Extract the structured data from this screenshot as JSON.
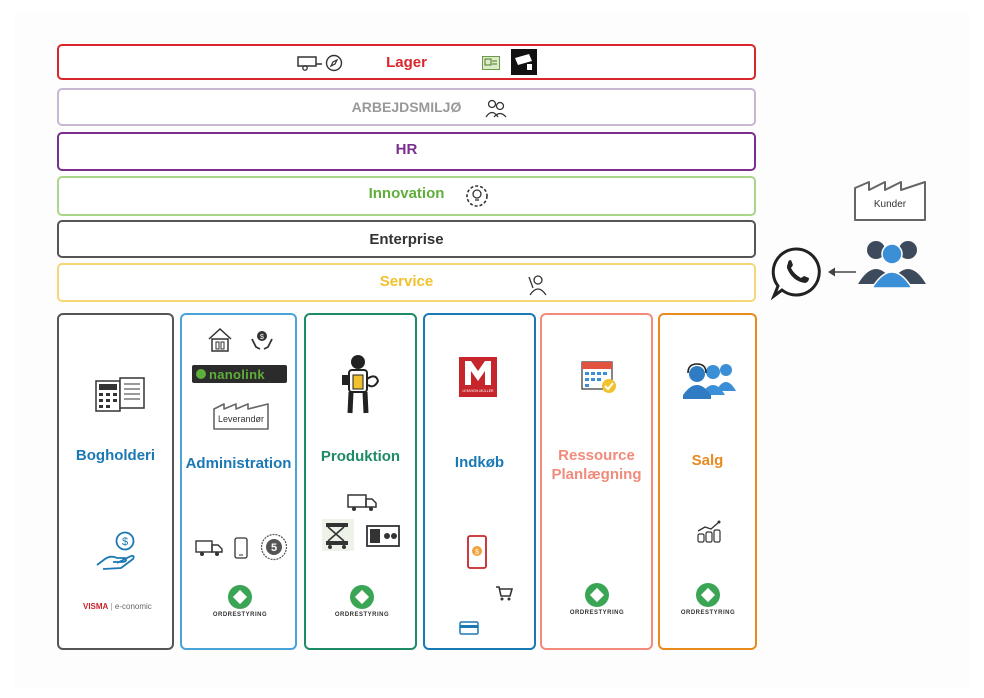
{
  "bands": {
    "lager": {
      "label": "Lager",
      "color": "#d9262c"
    },
    "arbejdsmiljo": {
      "label": "ARBEJDSMILJØ",
      "color": "#999999"
    },
    "hr": {
      "label": "HR",
      "color": "#7a2f8e"
    },
    "innovation": {
      "label": "Innovation",
      "color": "#5fae3a"
    },
    "enterprise": {
      "label": "Enterprise",
      "color": "#333333"
    },
    "service": {
      "label": "Service",
      "color": "#f2c12e"
    }
  },
  "columns": {
    "bogholderi": {
      "label": "Bogholderi",
      "color": "#1a78b4",
      "border": "#555555",
      "brand_visma": "VISMA",
      "brand_econ": "e-conomic"
    },
    "administration": {
      "label": "Administration",
      "color": "#1a78b4",
      "border": "#4aa3d8",
      "nanolink": "nanolink",
      "leverandor": "Leverandør"
    },
    "produktion": {
      "label": "Produktion",
      "color": "#1e8a68",
      "border": "#1e8a68"
    },
    "indkob": {
      "label": "Indkøb",
      "color": "#1a78b4",
      "border": "#1a78b4",
      "logo_text": "LEMVIGH-MÜLLER"
    },
    "ressource": {
      "label_line1": "Ressource",
      "label_line2": "Planlægning",
      "color": "#f28b7c",
      "border": "#f28b7c"
    },
    "salg": {
      "label": "Salg",
      "color": "#e88a1e",
      "border": "#e88a1e"
    }
  },
  "ordrestyring": "ORDRESTYRING",
  "kunder": "Kunder"
}
